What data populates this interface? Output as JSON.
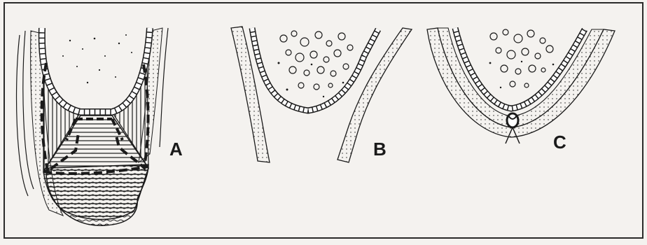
{
  "figure": {
    "panels": [
      {
        "id": "A",
        "label": "A"
      },
      {
        "id": "B",
        "label": "B"
      },
      {
        "id": "C",
        "label": "C"
      }
    ],
    "colors": {
      "background": "#f4f2ef",
      "ink": "#1a1a1a",
      "frame": "#2a2a2a",
      "cell_fill": "#ffffff"
    }
  }
}
